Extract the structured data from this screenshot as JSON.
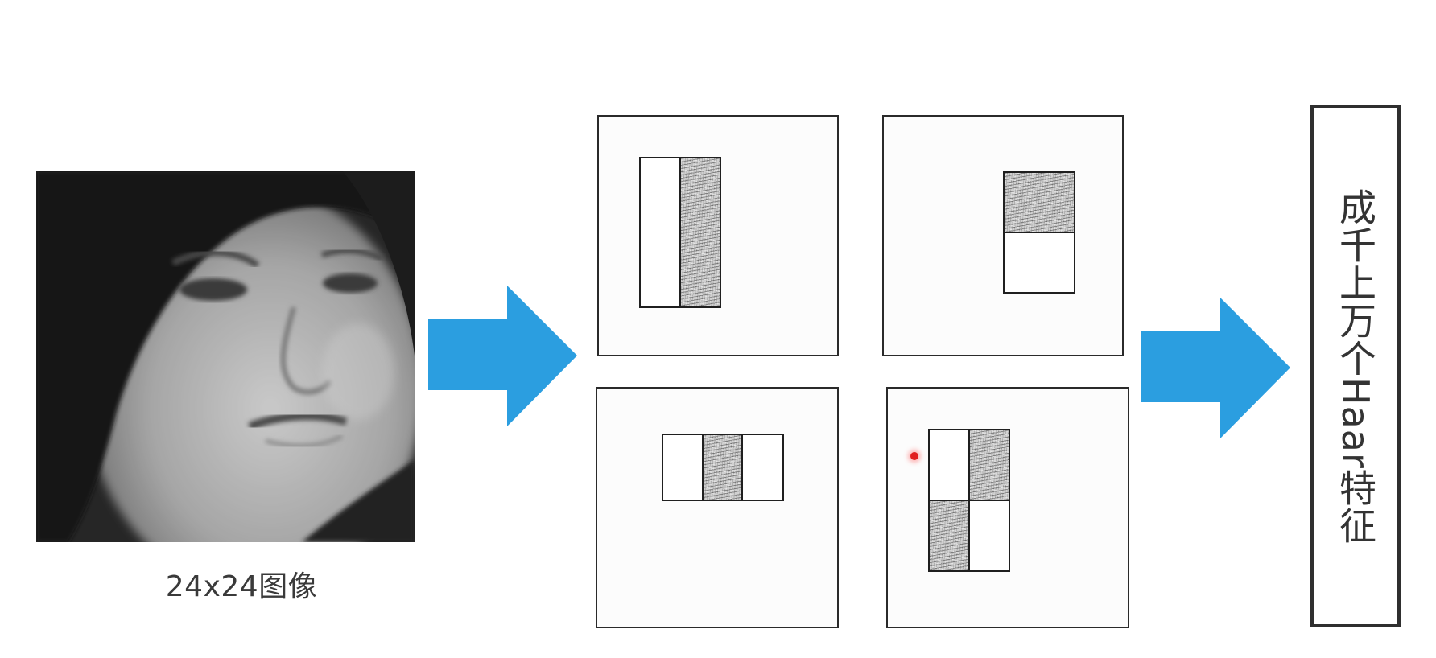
{
  "image_caption": "24x24图像",
  "output_label": "成千上万个Haar特征",
  "colors": {
    "arrow": "#2b9ee0",
    "border": "#2a2a2a",
    "shaded_fill": "#c8c8c8",
    "marker": "#e11d1d"
  },
  "icons": [
    "face-photo",
    "right-arrow-icon",
    "right-arrow-icon"
  ],
  "features": [
    {
      "name": "edge-feature-vertical",
      "layout": "two columns: white | shaded"
    },
    {
      "name": "edge-feature-horizontal",
      "layout": "two rows: shaded / white"
    },
    {
      "name": "line-feature",
      "layout": "three columns: white | shaded | white"
    },
    {
      "name": "diagonal-feature",
      "layout": "2x2 grid: white, shaded / shaded, white"
    }
  ]
}
